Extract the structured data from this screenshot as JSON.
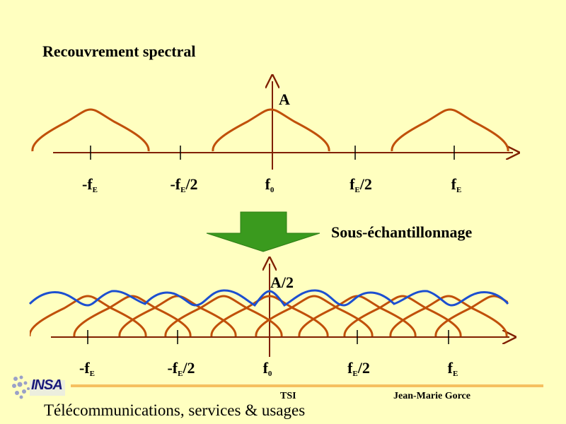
{
  "slide": {
    "title": "Recouvrement spectral",
    "operation_label": "Sous-échantillonnage"
  },
  "top_diagram": {
    "amplitude_label": "A",
    "tick_labels": [
      {
        "main": "-f",
        "sub": "E",
        "suffix": ""
      },
      {
        "main": "-f",
        "sub": "E",
        "suffix": "/2"
      },
      {
        "main": "f",
        "sub": "0",
        "suffix": ""
      },
      {
        "main": "f",
        "sub": "E",
        "suffix": "/2"
      },
      {
        "main": "f",
        "sub": "E",
        "suffix": ""
      }
    ]
  },
  "bottom_diagram": {
    "amplitude_label": "A/2",
    "tick_labels": [
      {
        "main": "-f",
        "sub": "E",
        "suffix": ""
      },
      {
        "main": "-f",
        "sub": "E",
        "suffix": "/2"
      },
      {
        "main": "f",
        "sub": "0",
        "suffix": ""
      },
      {
        "main": "f",
        "sub": "E",
        "suffix": "/2"
      },
      {
        "main": "f",
        "sub": "E",
        "suffix": ""
      }
    ]
  },
  "colors": {
    "background": "#FFFFC0",
    "spectrum": "#C0500A",
    "aliased_sum": "#1C4FD0",
    "arrow": "#3A9A1E",
    "axis": "#802000"
  },
  "footer": {
    "logo_text": "INSA",
    "section": "TSI",
    "author": "Jean-Marie Gorce",
    "course": "Télécommunications, services & usages"
  }
}
